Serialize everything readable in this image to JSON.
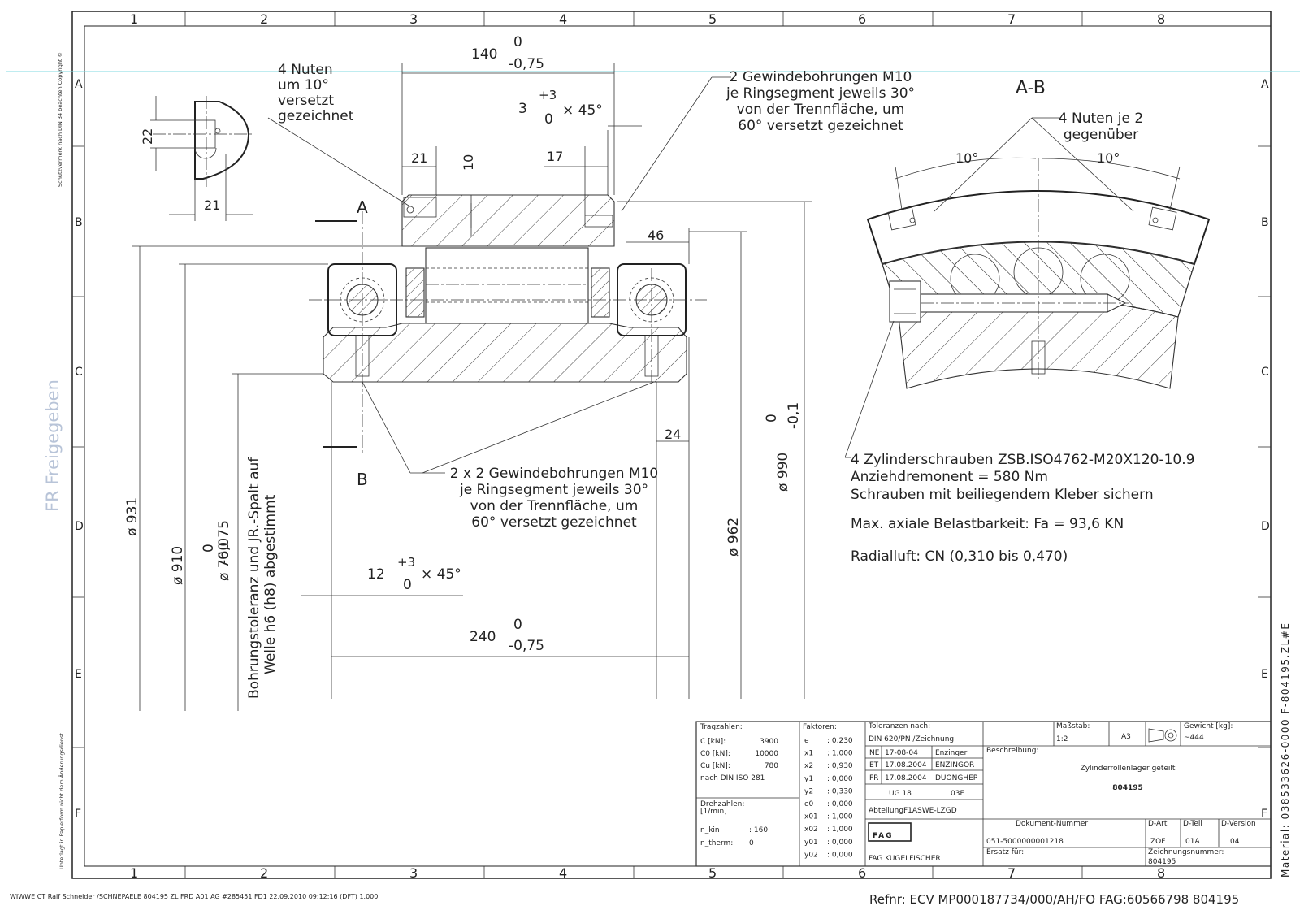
{
  "frame": {
    "cols": [
      "1",
      "2",
      "3",
      "4",
      "5",
      "6",
      "7",
      "8"
    ],
    "rows": [
      "A",
      "B",
      "C",
      "D",
      "E",
      "F"
    ],
    "left_copyright": "Schutzvermerk nach DIN 34 beachten   Copyright ©",
    "left_note": "Unterlagt in Papierform nicht dem Änderungsdienst",
    "stamp": "FR Freigegeben",
    "right_margin": "Material: 038533626-0000 F-804195.ZL#E",
    "bottom_left": "WIWWE CT Ralf Schneider /SCHNEPAELE 804195 ZL FRD A01 AG #285451 FD1 22.09.2010 09:12:16 (DFT) 1.000",
    "bottom_right": "Refnr: ECV MP000187734/000/AH/FO FAG:60566798 804195"
  },
  "main_view": {
    "dim_top_width": "140",
    "dim_top_tol_upper": "0",
    "dim_top_tol_lower": "-0,75",
    "chamfer_top_value": "3",
    "chamfer_top_tol_upper": "+3",
    "chamfer_top_tol_lower": "0",
    "chamfer_top_angle": "× 45°",
    "dim_21": "21",
    "dim_10": "10",
    "dim_17": "17",
    "dim_46": "46",
    "dim_24": "24",
    "dim_d931": "ø 931",
    "dim_d910": "ø 910",
    "dim_d760": "ø 760",
    "dim_d760_tol_upper": "0",
    "dim_d760_tol_lower": "-0,075",
    "dim_d962": "ø 962",
    "dim_d990": "ø 990",
    "dim_d990_tol_upper": "0",
    "dim_d990_tol_lower": "-0,1",
    "chamfer_bottom_value": "12",
    "chamfer_bottom_tol_upper": "+3",
    "chamfer_bottom_tol_lower": "0",
    "chamfer_bottom_angle": "× 45°",
    "dim_bottom_width": "240",
    "dim_bottom_tol_upper": "0",
    "dim_bottom_tol_lower": "-0,75",
    "section_a": "A",
    "section_b": "B",
    "bore_note_line1": "Bohrungstoleranz und JR.-Spalt auf",
    "bore_note_line2": "Welle h6 (h8) abgestimmt",
    "note_nuten": [
      "4 Nuten",
      "um 10°",
      "versetzt",
      "gezeichnet"
    ],
    "note_gewinde_top": [
      "2 Gewindebohrungen M10",
      "je Ringsegment jeweils 30°",
      "von der Trennfläche, um",
      "60° versetzt gezeichnet"
    ],
    "note_gewinde_bottom": [
      "2 x 2 Gewindebohrungen M10",
      "je Ringsegment jeweils 30°",
      "von der Trennfläche, um",
      "60° versetzt gezeichnet"
    ]
  },
  "detail_view": {
    "dim_22": "22",
    "dim_21": "21"
  },
  "section_view": {
    "title": "A-B",
    "note_nuten": [
      "4 Nuten je 2",
      "gegenüber"
    ],
    "angle_left": "10°",
    "angle_right": "10°",
    "screw_note": "4 Zylinderschrauben ZSB.ISO4762-M20X120-10.9",
    "torque_note": "Anziehdremonent = 580 Nm",
    "glue_note": "Schrauben mit beiliegendem Kleber sichern",
    "axial_note": "Max. axiale Belastbarkeit: Fa = 93,6 KN",
    "radial_note": "Radialluft: CN (0,310 bis 0,470)"
  },
  "title_block": {
    "tragzahlen_label": "Tragzahlen:",
    "c_label": "C [kN]:",
    "c_value": "3900",
    "c0_label": "C0 [kN]:",
    "c0_value": "10000",
    "cu_label": "Cu [kN]:",
    "cu_value": "780",
    "din_label": "nach DIN ISO 281",
    "drehzahlen_label": "Drehzahlen:",
    "drehzahlen_unit": "[1/min]",
    "nkin_label": "n_kin",
    "nkin_value": ": 160",
    "ntherm_label": "n_therm:",
    "ntherm_value": "0",
    "faktoren_label": "Faktoren:",
    "factors": [
      [
        "e",
        ": 0,230"
      ],
      [
        "x1",
        ": 1,000"
      ],
      [
        "x2",
        ": 0,930"
      ],
      [
        "y1",
        ": 0,000"
      ],
      [
        "y2",
        ": 0,330"
      ],
      [
        "e0",
        ": 0,000"
      ],
      [
        "x01",
        ": 1,000"
      ],
      [
        "x02",
        ": 1,000"
      ],
      [
        "y01",
        ": 0,000"
      ],
      [
        "y02",
        ": 0,000"
      ]
    ],
    "toleranzen_label": "Toleranzen nach:",
    "toleranzen_value": "DIN 620/PN /Zeichnung",
    "ne_label": "NE",
    "ne_date": "17-08-04",
    "ne_name": "Enzinger",
    "et_label": "ET",
    "et_date": "17.08.2004",
    "et_name": "ENZINGOR",
    "fr_label": "FR",
    "fr_date": "17.08.2004",
    "fr_name": "DUONGHEP",
    "ug_value": "UG 18",
    "ug_code": "03F",
    "abteilung_label": "Abteilung:",
    "abteilung_value": "F1ASWE-LZGD",
    "company_logo": "FAG",
    "company_name": "FAG KUGELFISCHER",
    "massstab_label": "Maßstab:",
    "massstab_value": "1:2",
    "format_value": "A3",
    "gewicht_label": "Gewicht [kg]:",
    "gewicht_value": "~444",
    "beschreibung_label": "Beschreibung:",
    "beschreibung_value": "Zylinderrollenlager geteilt",
    "part_number": "804195",
    "dokument_label": "Dokument-Nummer",
    "dokument_value": "051-5000000001218",
    "dart_label": "D-Art",
    "dart_value": "ZOF",
    "dteil_label": "D-Teil",
    "dteil_value": "01A",
    "dversion_label": "D-Version",
    "dversion_value": "04",
    "ersatz_label": "Ersatz für:",
    "zeichnungsnummer_label": "Zeichnungsnummer:",
    "zeichnungsnummer_value": "804195"
  },
  "colors": {
    "line": "#333333",
    "guide": "#7fd8e0",
    "stamp": "#b8c4d8"
  }
}
